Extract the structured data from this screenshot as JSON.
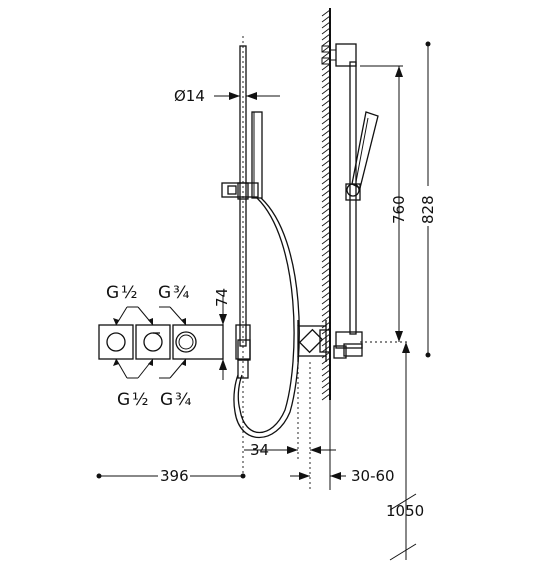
{
  "dimensions": {
    "diameter_bar": "Ø14",
    "height_76": "74",
    "bar_length": "760",
    "total_height": "828",
    "projection_34": "34",
    "offset_30_60": "30-60",
    "width_396": "396",
    "floor_height": "1050"
  },
  "threads": {
    "top_left": "G",
    "top_left_frac": "½",
    "top_right": "G",
    "top_right_frac": "¾",
    "bottom_left": "G",
    "bottom_left_frac": "½",
    "bottom_right": "G",
    "bottom_right_frac": "¾"
  }
}
